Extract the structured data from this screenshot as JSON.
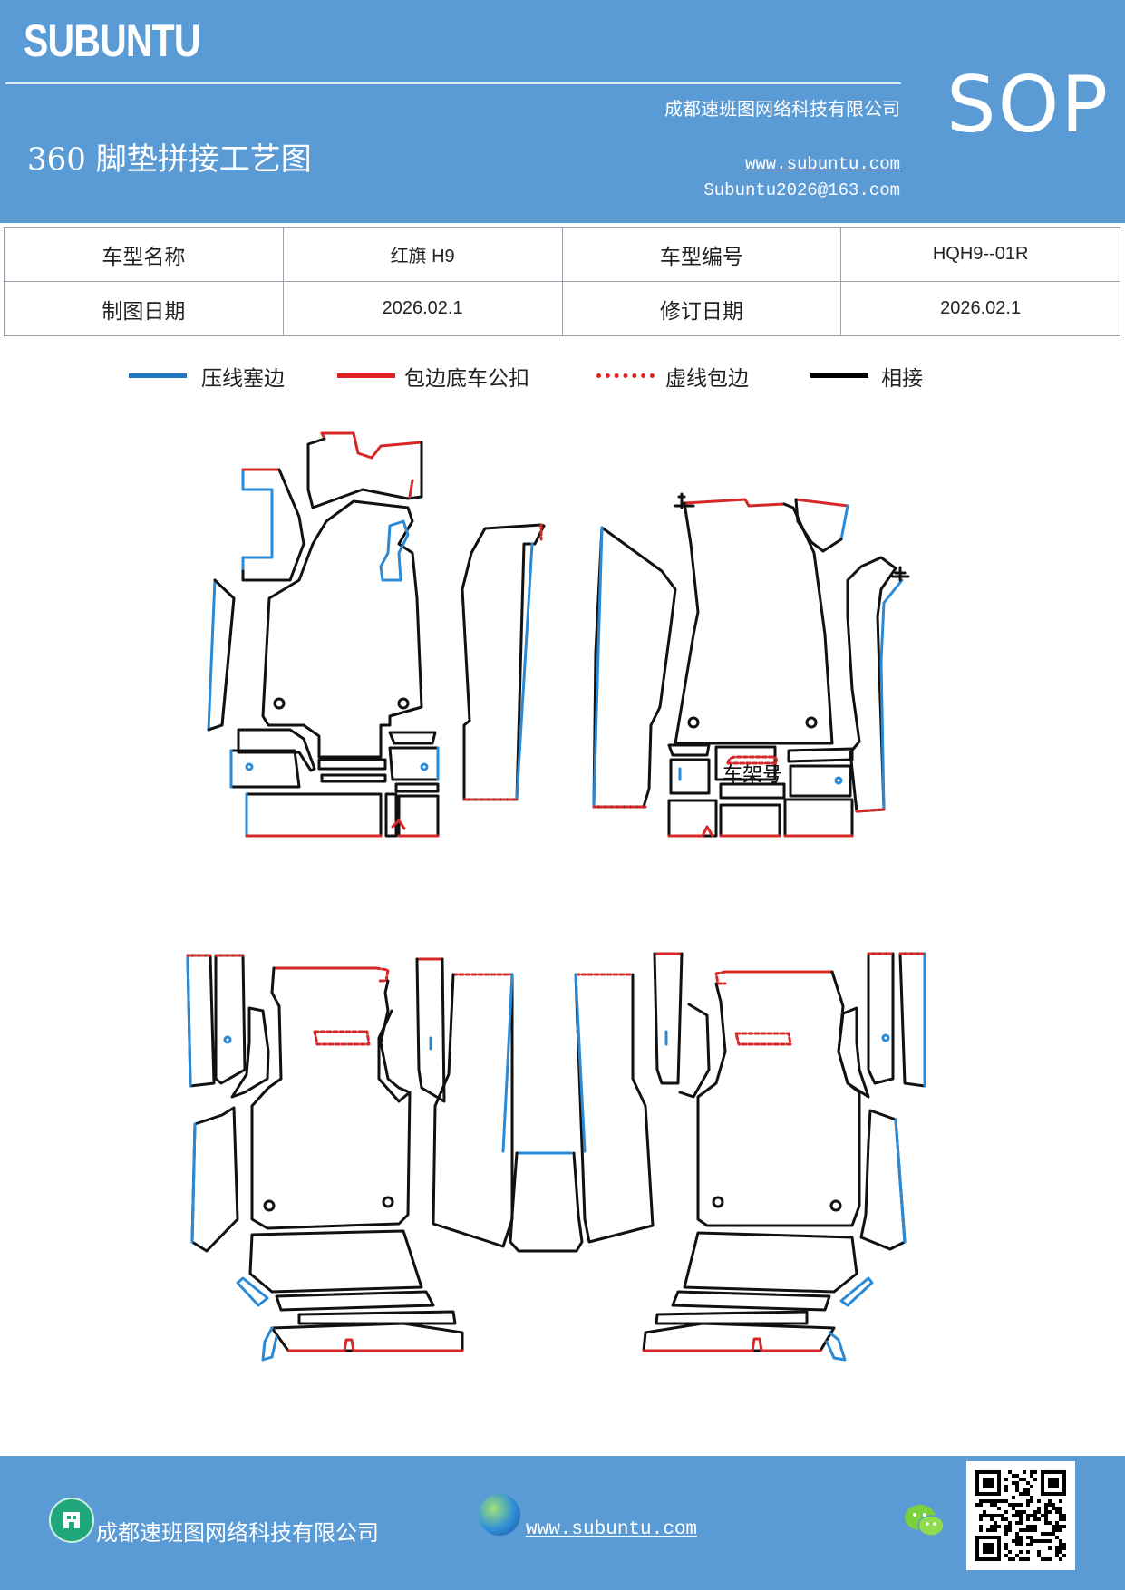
{
  "header": {
    "logo": "SUBUNTU",
    "company": "成都速班图网络科技有限公司",
    "title": "360 脚垫拼接工艺图",
    "website": "www.subuntu.com",
    "email": "Subuntu2026@163.com",
    "badge": "SOP"
  },
  "info_table": {
    "row1": {
      "label1": "车型名称",
      "value1": "红旗 H9",
      "label2": "车型编号",
      "value2": "HQH9--01R"
    },
    "row2": {
      "label1": "制图日期",
      "value1": "2026.02.1",
      "label2": "修订日期",
      "value2": "2026.02.1"
    }
  },
  "legend": [
    {
      "label": "压线塞边",
      "style": "solid",
      "color": "#1f77c4"
    },
    {
      "label": "包边底车公扣",
      "style": "solid",
      "color": "#e02020"
    },
    {
      "label": "虚线包边",
      "style": "dashed",
      "color": "#e02020"
    },
    {
      "label": "相接",
      "style": "solid",
      "color": "#000000"
    }
  ],
  "drawing": {
    "frame_label": "车架号",
    "colors": {
      "blue": "#2b8ad6",
      "red": "#d62828",
      "black": "#111111"
    }
  },
  "footer": {
    "company": "成都速班图网络科技有限公司",
    "website": "www.subuntu.com",
    "icons": [
      "building-icon",
      "globe-icon",
      "wechat-icon",
      "qr-code"
    ]
  }
}
